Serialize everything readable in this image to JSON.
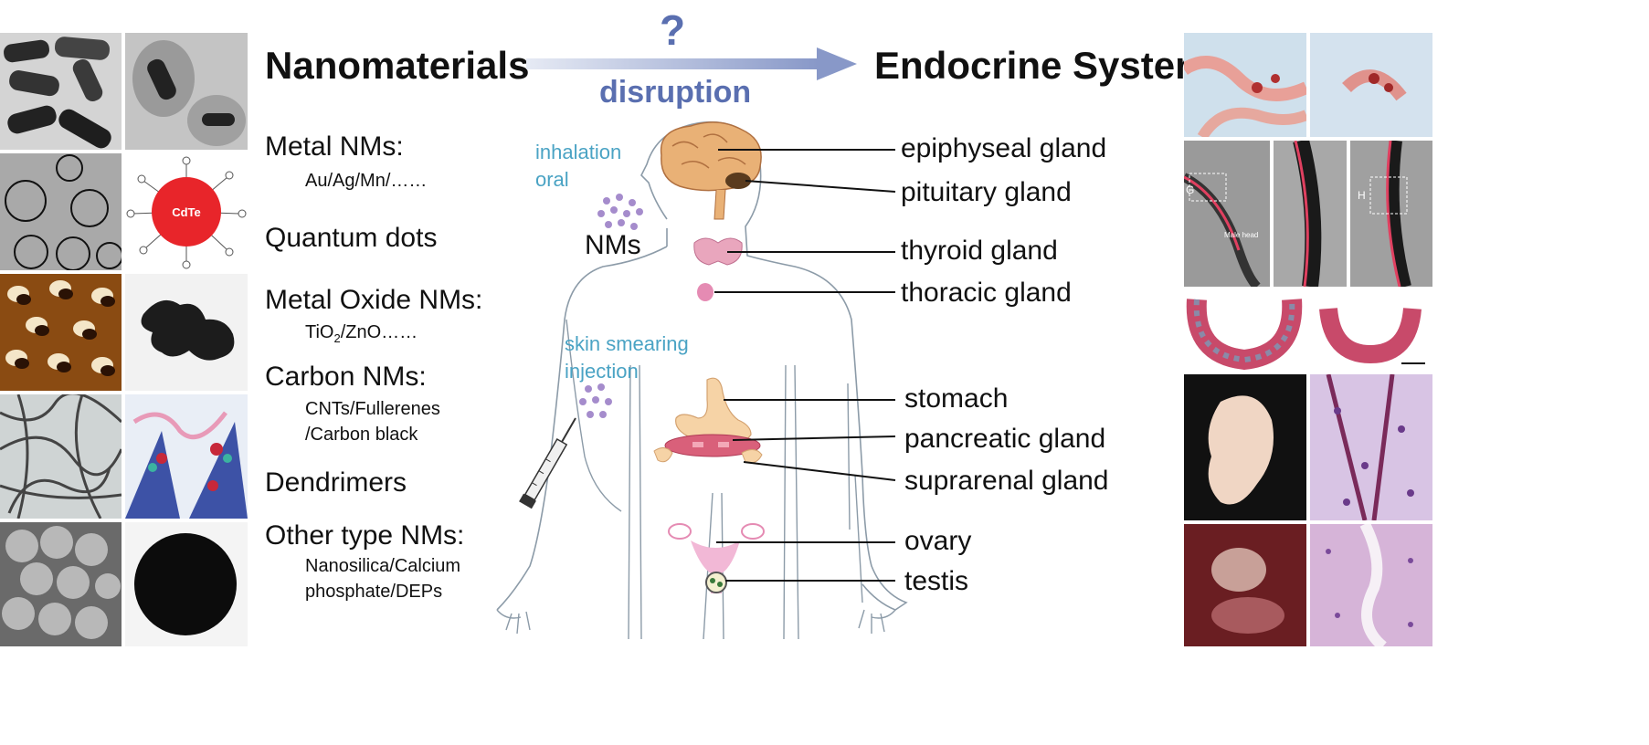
{
  "header": {
    "left_title": "Nanomaterials",
    "right_title": "Endocrine System",
    "question_mark": "?",
    "arrow_label": "disruption"
  },
  "routes": {
    "inhalation": "inhalation",
    "oral": "oral",
    "skin": "skin smearing",
    "injection": "injection"
  },
  "nms_label": "NMs",
  "categories": [
    {
      "name": "Metal NMs:",
      "detail": [
        "Au/Ag/Mn/……"
      ]
    },
    {
      "name": "Quantum dots",
      "detail": []
    },
    {
      "name": "Metal Oxide NMs:",
      "detail": [
        "TiO2/ZnO……"
      ]
    },
    {
      "name": "Carbon NMs:",
      "detail": [
        "CNTs/Fullerenes",
        "/Carbon black"
      ]
    },
    {
      "name": "Dendrimers",
      "detail": []
    },
    {
      "name": "Other type NMs:",
      "detail": [
        "Nanosilica/Calcium",
        "phosphate/DEPs"
      ]
    }
  ],
  "organs": [
    "epiphyseal gland",
    "pituitary gland",
    "thyroid gland",
    "thoracic gland",
    "stomach",
    "pancreatic gland",
    "suprarenal gland",
    "ovary",
    "testis"
  ],
  "micrograph_labels": {
    "qd_label": "CdTe"
  },
  "photo_labels": {
    "g": "G",
    "h": "H",
    "male_head": "Male head"
  },
  "colors": {
    "arrow": "#8898c8",
    "disruption": "#5a6fb0",
    "route": "#4aa3c4",
    "body_outline": "#8c9ba8",
    "dots": "#a58ccc",
    "brain": "#e9b176",
    "tissue_pink": "#d9607a"
  }
}
